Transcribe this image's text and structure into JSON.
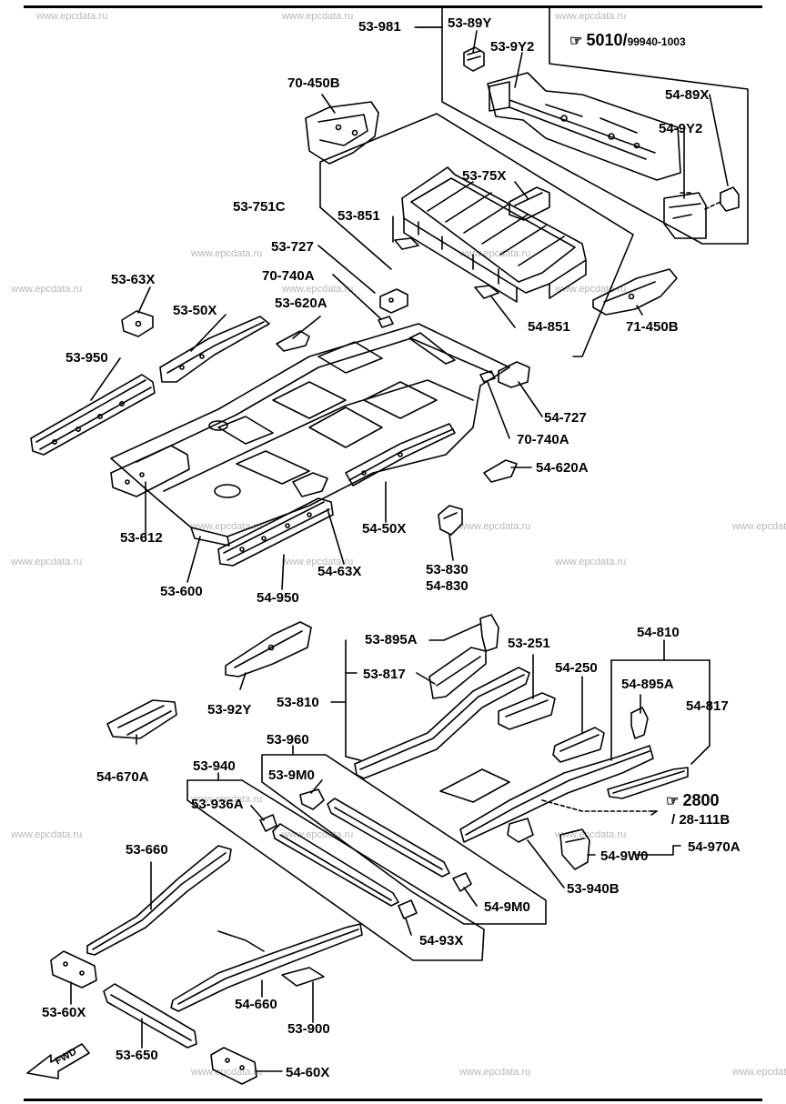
{
  "watermark": "www.epcdata.ru",
  "watermarks_count": 21,
  "labels": {
    "l53981": "53-981",
    "l5389Y": "53-89Y",
    "l539Y2": "53-9Y2",
    "ref5010_main": "5010/",
    "ref5010_sub": "99940-1003",
    "l70450B": "70-450B",
    "l5489X": "54-89X",
    "l549Y2": "54-9Y2",
    "l5375X": "53-75X",
    "l53751C": "53-751C",
    "l53851": "53-851",
    "l53727": "53-727",
    "l70740A_top": "70-740A",
    "l5363X_top": "53-63X",
    "l5350X": "53-50X",
    "l53620A": "53-620A",
    "l54851": "54-851",
    "l71450B": "71-450B",
    "l53950": "53-950",
    "l54727": "54-727",
    "l70740A_bot": "70-740A",
    "l54620A": "54-620A",
    "l53612": "53-612",
    "l5450X": "54-50X",
    "l5463X": "54-63X",
    "l53830": "53-830",
    "l54830": "54-830",
    "l53600": "53-600",
    "l54950": "54-950",
    "l53895A": "53-895A",
    "l53251": "53-251",
    "l54810": "54-810",
    "l53817": "53-817",
    "l54250": "54-250",
    "l5392Y": "53-92Y",
    "l53810": "53-810",
    "l54895A": "54-895A",
    "l54817": "54-817",
    "l54670A": "54-670A",
    "l53960": "53-960",
    "l539M0": "53-9M0",
    "l53940": "53-940",
    "ref2800_main": "2800",
    "ref2800_sub": "/ 28-111B",
    "l53936A": "53-936A",
    "l549W0": "54-9W0",
    "l54970A": "54-970A",
    "l53660": "53-660",
    "l53940B": "53-940B",
    "l549M0": "54-9M0",
    "l5493X": "54-93X",
    "l5360X": "53-60X",
    "l54660": "54-660",
    "l53900": "53-900",
    "l53650": "53-650",
    "l5460X": "54-60X",
    "fwd": "FWD"
  }
}
